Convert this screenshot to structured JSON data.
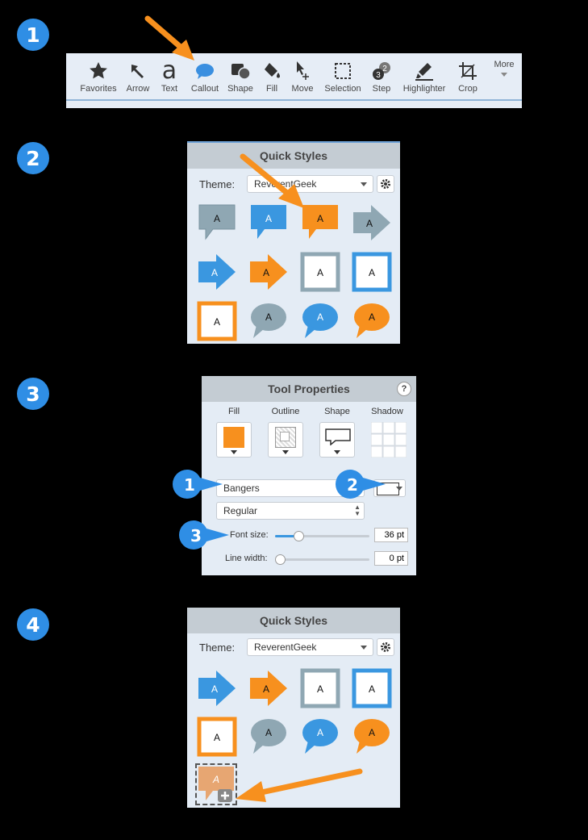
{
  "steps": [
    "1",
    "2",
    "3",
    "4"
  ],
  "toolbar": {
    "tools": [
      {
        "label": "Favorites",
        "icon": "star-icon"
      },
      {
        "label": "Arrow",
        "icon": "arrow-icon"
      },
      {
        "label": "Text",
        "icon": "text-icon"
      },
      {
        "label": "Callout",
        "icon": "callout-icon"
      },
      {
        "label": "Shape",
        "icon": "shape-icon"
      },
      {
        "label": "Fill",
        "icon": "fill-icon"
      },
      {
        "label": "Move",
        "icon": "move-icon"
      },
      {
        "label": "Selection",
        "icon": "selection-icon"
      },
      {
        "label": "Step",
        "icon": "step-icon"
      },
      {
        "label": "Highlighter",
        "icon": "highlighter-icon"
      },
      {
        "label": "Crop",
        "icon": "crop-icon"
      }
    ],
    "more_label": "More",
    "text_glyph": "a",
    "step_badges": [
      "3",
      "2"
    ]
  },
  "quick_styles_1": {
    "title": "Quick Styles",
    "theme_label": "Theme:",
    "theme_value": "ReverentGeek",
    "cell_letter": "A"
  },
  "tool_properties": {
    "title": "Tool Properties",
    "help": "?",
    "columns": [
      "Fill",
      "Outline",
      "Shape",
      "Shadow"
    ],
    "font_value": "Bangers",
    "style_value": "Regular",
    "font_size_label": "Font size:",
    "font_size_value": "36 pt",
    "font_size_level": 0.25,
    "line_width_label": "Line width:",
    "line_width_value": "0 pt",
    "line_width_level": 0,
    "markers": [
      "1",
      "2",
      "3"
    ]
  },
  "quick_styles_2": {
    "title": "Quick Styles",
    "theme_label": "Theme:",
    "theme_value": "ReverentGeek",
    "cell_letter": "A"
  },
  "colors": {
    "accent": "#2f8ee5",
    "orange": "#f7901e",
    "gray": "#8fa7b3",
    "blue": "#3a97e0",
    "panel": "#e4ecf5"
  }
}
